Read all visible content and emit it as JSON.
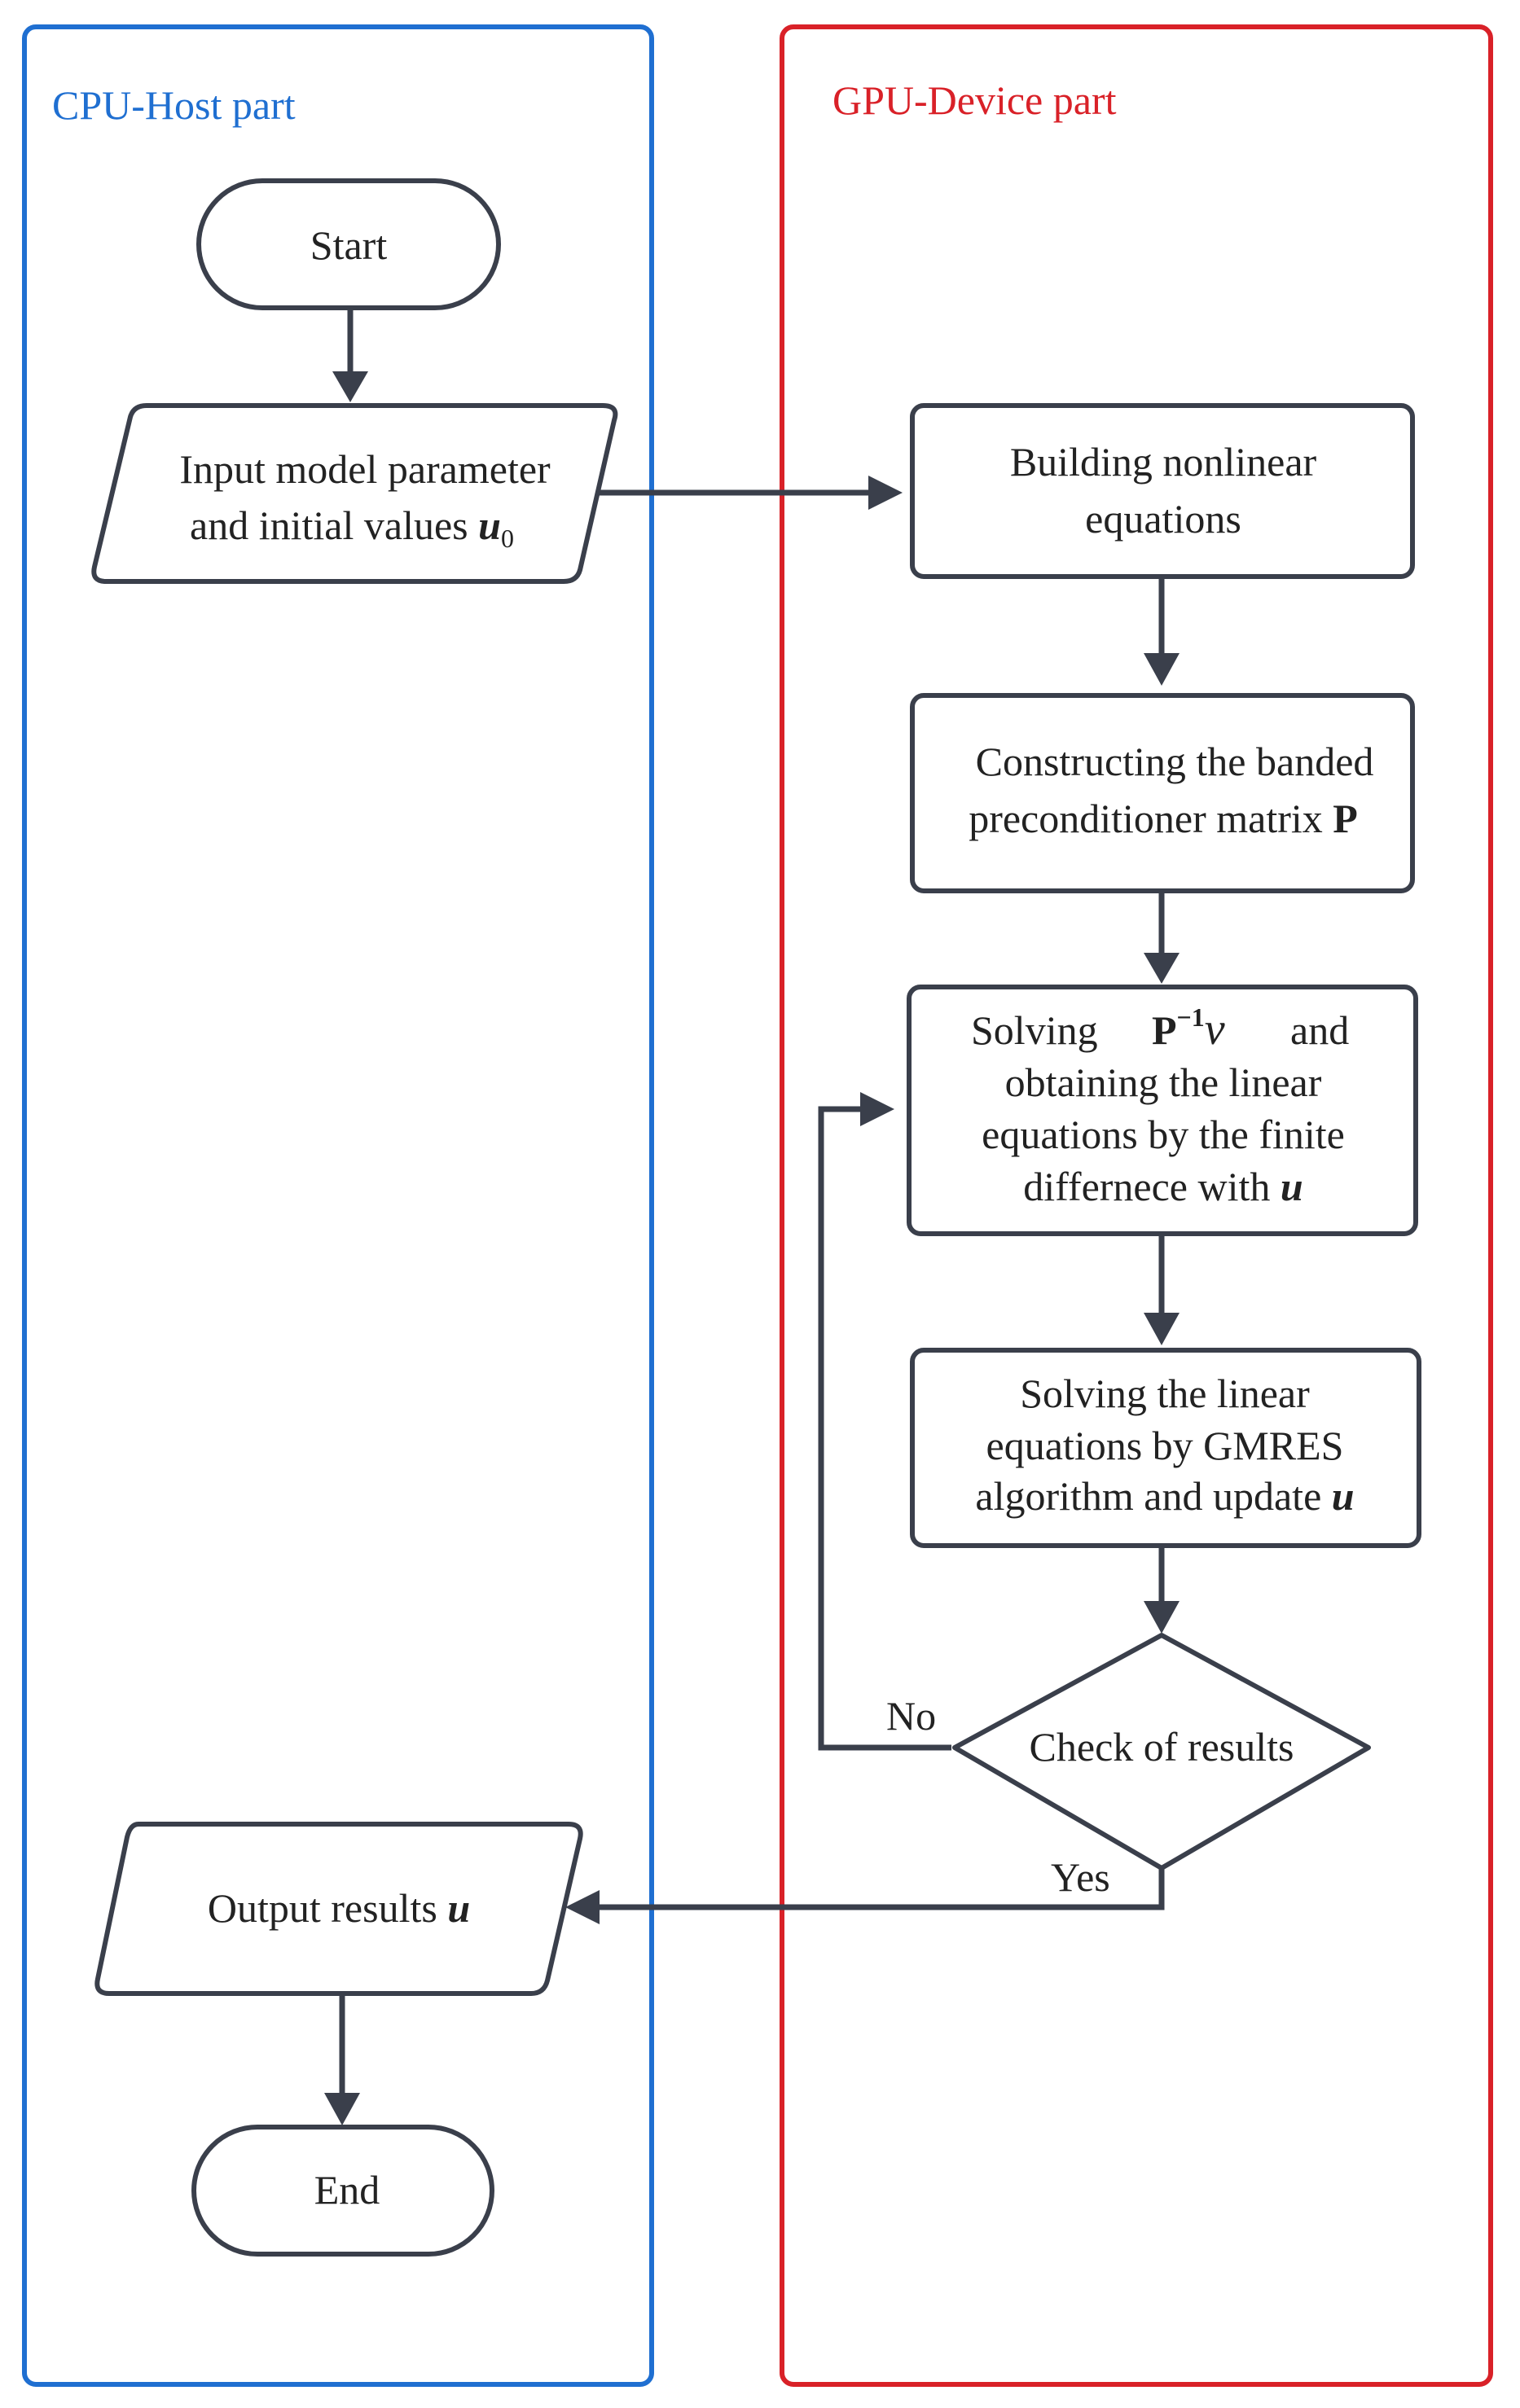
{
  "colors": {
    "cpu_lane": "#1f6fd1",
    "gpu_lane": "#d92128",
    "shape_stroke": "#3a3f4b",
    "arrow": "#3a3f4b",
    "text": "#222222"
  },
  "lanes": {
    "cpu_title": "CPU-Host part",
    "gpu_title": "GPU-Device part"
  },
  "nodes": {
    "start": "Start",
    "input": {
      "line1": "Input model parameter",
      "line2_text": "and initial values ",
      "line2_symbol": "u",
      "line2_subscript": "0"
    },
    "build": {
      "line1": "Building nonlinear",
      "line2": "equations"
    },
    "precond": {
      "line1": "Constructing the banded",
      "line2_text": "preconditioner matrix ",
      "line2_symbol": "P"
    },
    "solve_p": {
      "line1_a": "Solving",
      "line1_symbol": "P",
      "line1_sup": "−1",
      "line1_var": "v",
      "line1_b": "and",
      "line2": "obtaining the linear",
      "line3": "equations by the finite",
      "line4_text": "differnece with ",
      "line4_symbol": "u"
    },
    "gmres": {
      "line1": "Solving the linear",
      "line2": "equations by GMRES",
      "line3_text": "algorithm and update ",
      "line3_symbol": "u"
    },
    "check": "Check of results",
    "output": {
      "text": "Output results ",
      "symbol": "u"
    },
    "end": "End"
  },
  "edges": {
    "no_label": "No",
    "yes_label": "Yes"
  }
}
